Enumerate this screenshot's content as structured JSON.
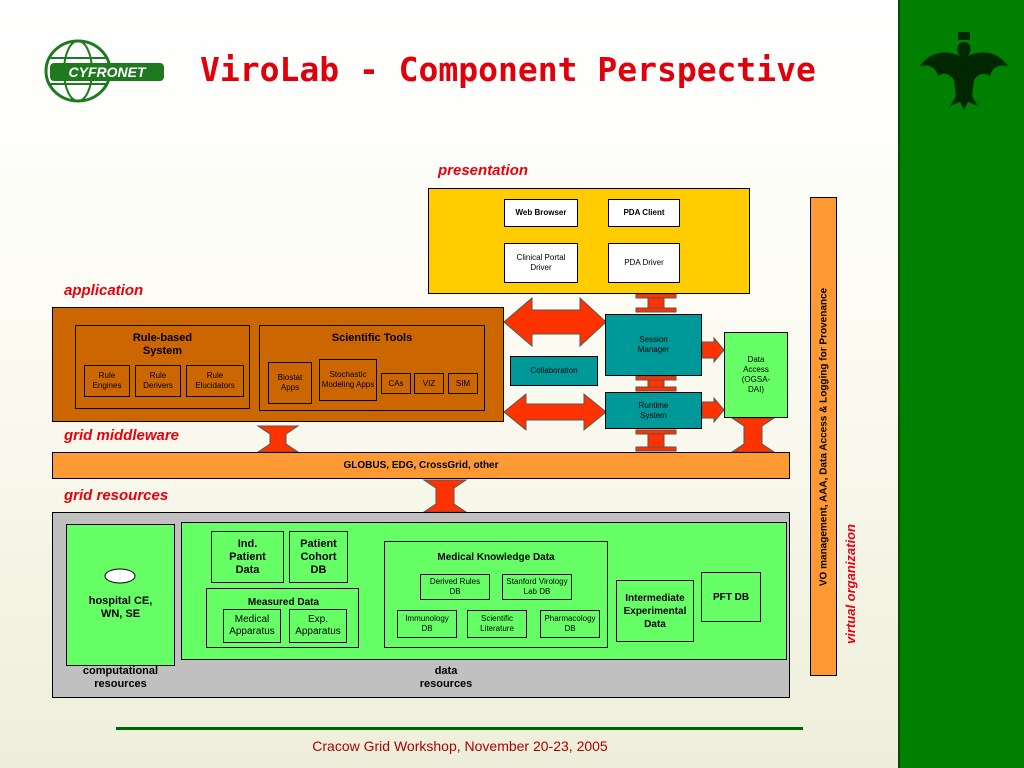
{
  "title": "ViroLab - Component Perspective",
  "footer": "Cracow Grid Workshop, November 20-23, 2005",
  "logo": {
    "text": "CYFRONET",
    "color": "#1f7a1f"
  },
  "colors": {
    "sidebar": "#008000",
    "presentation": "#ffcc00",
    "application": "#cc6600",
    "middleware": "#ff9933",
    "resources": "#c0c0c0",
    "green": "#66ff66",
    "teal": "#009999",
    "arrow": "#ff3300",
    "label": "#e8000e"
  },
  "layers": {
    "presentation": "presentation",
    "application": "application",
    "grid_middleware": "grid middleware",
    "grid_resources": "grid resources",
    "virtual_organization": "virtual organization"
  },
  "presentation": {
    "web_browser": "Web Browser",
    "pda_client": "PDA Client",
    "clinical_portal_driver": "Clinical Portal Driver",
    "pda_driver": "PDA Driver"
  },
  "application": {
    "rule_based_system": "Rule-based System",
    "rule_engines": "Rule Engines",
    "rule_derivers": "Rule Derivers",
    "rule_elucidators": "Rule Elucidators",
    "scientific_tools": "Scientific Tools",
    "biostat_apps": "Biostat Apps",
    "stochastic_modeling_apps": "Stochastic Modeling Apps",
    "cas": "CAs",
    "viz": "VIZ",
    "sim": "SIM"
  },
  "services": {
    "session_manager": "Session Manager",
    "collaboration": "Collaboration",
    "runtime_system": "Runtime System",
    "data_access": "Data Access (OGSA-DAI)"
  },
  "vo_bar": "VO management, AAA, Data Access & Logging for Provenance",
  "middleware": "GLOBUS, EDG, CrossGrid, other",
  "resources": {
    "hospital": "hospital CE, WN, SE",
    "computational_resources": "computational resources",
    "data_resources": "data resources",
    "ind_patient_data": "Ind. Patient Data",
    "patient_cohort_db": "Patient Cohort DB",
    "measured_data": "Measured Data",
    "medical_apparatus": "Medical Apparatus",
    "exp_apparatus": "Exp. Apparatus",
    "medical_knowledge_data": "Medical Knowledge Data",
    "derived_rules_db": "Derived Rules DB",
    "stanford_virology_lab_db": "Stanford Virology Lab DB",
    "immunology_db": "Immunology DB",
    "scientific_literature": "Scientific Literature",
    "pharmacology_db": "Pharmacology DB",
    "intermediate_experimental_data": "Intermediate Experimental Data",
    "pft_db": "PFT DB"
  }
}
